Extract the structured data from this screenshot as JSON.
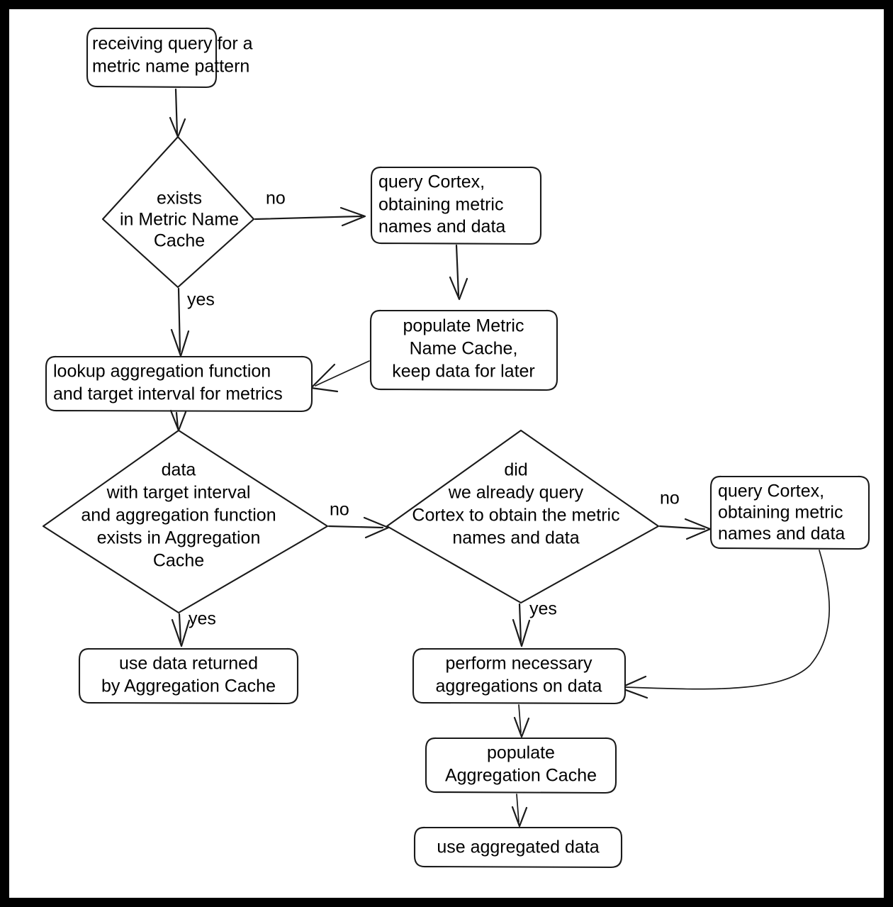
{
  "diagram": {
    "title": "Metric query caching flowchart",
    "background": "#ffffff",
    "frame_color": "#000000",
    "stroke_color": "#1a1a1a",
    "nodes": {
      "receive_query": {
        "shape": "rounded-rect",
        "lines": [
          "receiving query for a",
          "metric name pattern"
        ]
      },
      "exists_metric_name_cache": {
        "shape": "diamond",
        "lines": [
          "exists",
          "in Metric Name",
          "Cache"
        ]
      },
      "query_cortex_top": {
        "shape": "rounded-rect",
        "lines": [
          "query Cortex,",
          "obtaining metric",
          "names and data"
        ]
      },
      "populate_metric_name_cache": {
        "shape": "rounded-rect",
        "lines": [
          "populate Metric",
          "Name Cache,",
          "keep data for later"
        ]
      },
      "lookup_aggregation": {
        "shape": "rounded-rect",
        "lines": [
          "lookup aggregation function",
          "and target interval for metrics"
        ]
      },
      "data_exists_aggregation_cache": {
        "shape": "diamond",
        "lines": [
          "data",
          "with target interval",
          "and aggregation function",
          "exists in Aggregation",
          "Cache"
        ]
      },
      "already_queried_cortex": {
        "shape": "diamond",
        "lines": [
          "did",
          "we already query",
          "Cortex to obtain the metric",
          "names and data"
        ]
      },
      "query_cortex_right": {
        "shape": "rounded-rect",
        "lines": [
          "query Cortex,",
          "obtaining metric",
          "names and data"
        ]
      },
      "use_data_returned": {
        "shape": "rounded-rect",
        "lines": [
          "use data returned",
          "by Aggregation Cache"
        ]
      },
      "perform_aggregations": {
        "shape": "rounded-rect",
        "lines": [
          "perform necessary",
          "aggregations on data"
        ]
      },
      "populate_aggregation_cache": {
        "shape": "rounded-rect",
        "lines": [
          "populate",
          "Aggregation Cache"
        ]
      },
      "use_aggregated_data": {
        "shape": "rounded-rect",
        "lines": [
          "use aggregated data"
        ]
      }
    },
    "edge_labels": {
      "metric_cache_no": "no",
      "metric_cache_yes": "yes",
      "aggregation_cache_no": "no",
      "aggregation_cache_yes": "yes",
      "already_queried_no": "no",
      "already_queried_yes": "yes"
    }
  }
}
